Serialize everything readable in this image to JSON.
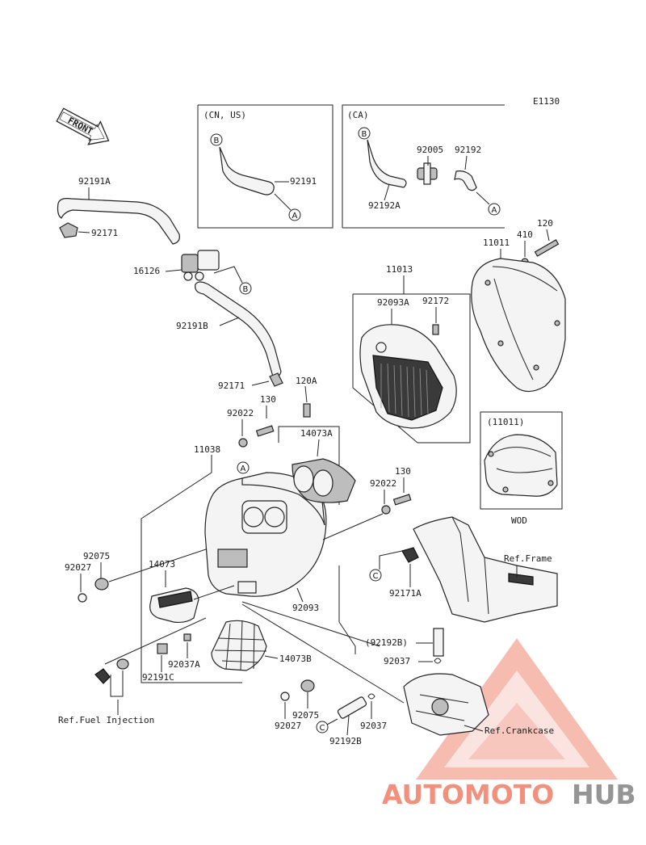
{
  "diagram_code": "E1130",
  "front_label": "FRONT",
  "boxes": {
    "cn_us": {
      "title": "(CN, US)",
      "part_label": "92191"
    },
    "ca": {
      "title": "(CA)",
      "part_a": "92005",
      "part_b": "92192",
      "part_c": "92192A"
    },
    "wod": {
      "title": "(11011)",
      "caption": "WOD"
    }
  },
  "circles": {
    "a": "A",
    "b": "B",
    "c": "C"
  },
  "parts": {
    "p92191A": "92191A",
    "p92171_top": "92171",
    "p16126": "16126",
    "p92191B": "92191B",
    "p92171_mid": "92171",
    "p120A": "120A",
    "p130_top": "130",
    "p92022_top": "92022",
    "p11038": "11038",
    "p14073A": "14073A",
    "p92022_mid": "92022",
    "p130_mid": "130",
    "p92075_left": "92075",
    "p92027_left": "92027",
    "p14073": "14073",
    "p92093": "92093",
    "p92037A": "92037A",
    "p14073B": "14073B",
    "p92191C": "92191C",
    "p92027_bottom": "92027",
    "p92075_bottom": "92075",
    "p92037_bottom": "92037",
    "p92192B": "92192B",
    "p92192B_paren": "(92192B)",
    "p92037_right": "92037",
    "p92171A": "92171A",
    "p11013": "11013",
    "p92093A": "92093A",
    "p92172": "92172",
    "p11011": "11011",
    "p410": "410",
    "p120": "120"
  },
  "refs": {
    "fuel_injection": "Ref.Fuel Injection",
    "frame": "Ref.Frame",
    "crankcase": "Ref.Crankcase"
  },
  "watermark": {
    "part1": "AUTOMOTO",
    "part2": "HUB",
    "color_primary": "#f0866f",
    "color_secondary": "#8a8a8a"
  }
}
